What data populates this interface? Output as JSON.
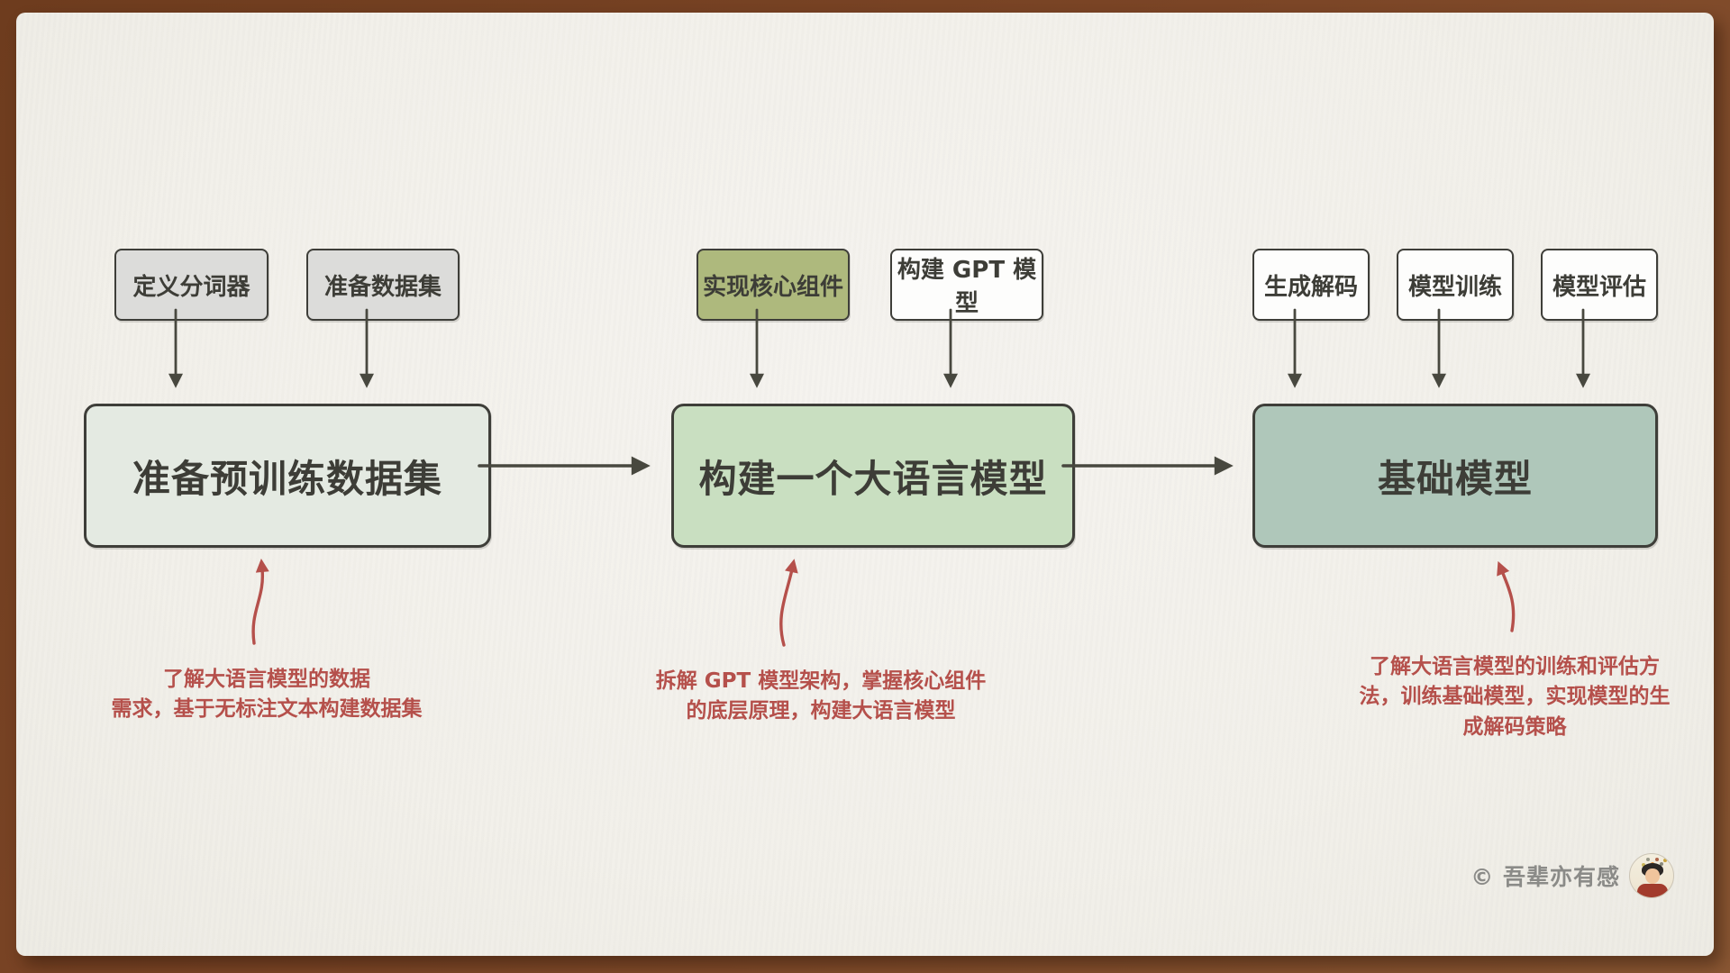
{
  "diagram": {
    "stages": [
      {
        "inputs": [
          "定义分词器",
          "准备数据集"
        ],
        "main": "准备预训练数据集",
        "note": [
          "了解大语言模型的数据",
          "需求，基于无标注文本构建数据集"
        ]
      },
      {
        "inputs": [
          "实现核心组件",
          "构建 GPT 模型"
        ],
        "main": "构建一个大语言模型",
        "note": [
          "拆解 GPT 模型架构，掌握核心组件",
          "的底层原理，构建大语言模型"
        ]
      },
      {
        "inputs": [
          "生成解码",
          "模型训练",
          "模型评估"
        ],
        "main": "基础模型",
        "note": [
          "了解大语言模型的训练和评估方",
          "法，训练基础模型，实现模型的生",
          "成解码策略"
        ]
      }
    ],
    "footer": {
      "copyright": "© 吾辈亦有感"
    },
    "colors": {
      "frame_brown": "#7b4526",
      "paper": "#f2f0ea",
      "input_gray": "#dcdcda",
      "input_olive": "#aeb97d",
      "input_white": "#fdfdfc",
      "main_stage1": "#e4eae2",
      "main_stage2": "#c9dfc1",
      "main_stage3": "#afc7ba",
      "stroke_dark": "#48483f",
      "annotation_red": "#b5504b",
      "copyright_gray": "#8b8b88"
    }
  }
}
